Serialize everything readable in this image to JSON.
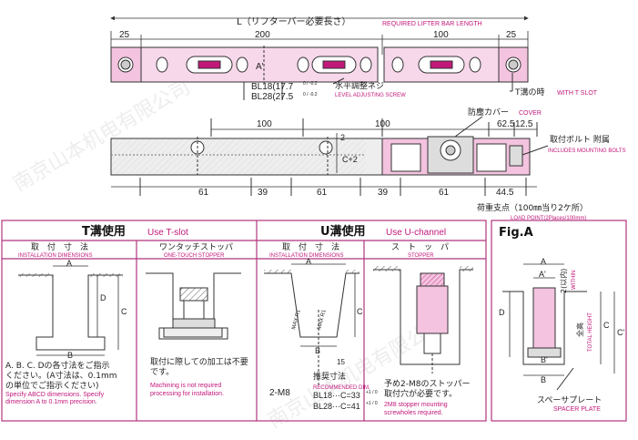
{
  "colors": {
    "accent": "#c2187a",
    "frame": "#b0357e",
    "pink": "#f3c3df",
    "pinkDark": "#e9a5cb",
    "grey": "#bdbdbd",
    "line": "#333333"
  },
  "top": {
    "length_label_jp": "L（リフターバー必要長さ）",
    "length_label_en": "REQUIRED LIFTER BAR LENGTH",
    "dim_25a": "25",
    "dim_200": "200",
    "dim_100": "100",
    "dim_25b": "25",
    "section_a": "A'",
    "bl18": "BL18(17.7",
    "bl18_tol": "0 / -0.2",
    "bl28": "BL28(27.5",
    "bl28_tol": "0 / -0.2",
    "close_paren": ")",
    "level_screw_jp": "水平調整ネジ",
    "level_screw_en": "LEVEL ADJUSTING SCREW",
    "tslot_jp": "T溝の時",
    "tslot_en": "WITH T SLOT"
  },
  "side": {
    "dim_100a": "100",
    "dim_100b": "100",
    "dim_62_5": "62.5",
    "dim_12_5": "12.5",
    "dim_2": "2",
    "dim_c2": "C+2",
    "cover_jp": "防塵カバー",
    "cover_en": "COVER",
    "bolts_jp": "取付ボルト 附属",
    "bolts_en": "INCLUDES MOUNTING BOLTS",
    "bottom_dims": [
      "61",
      "39",
      "61",
      "39",
      "61",
      "44.5"
    ],
    "load_jp": "荷重支点（100㎜当り2ケ所）",
    "load_en": "LOAD POINT(2Places/100mm)"
  },
  "tslot": {
    "title_jp": "T溝使用",
    "title_en": "Use T-slot",
    "install_jp": "取　付　寸　法",
    "install_en": "INSTALLATION DIMENSIONS",
    "stopper_jp": "ワンタッチストッパ",
    "stopper_en": "ONE-TOUCH STOPPER",
    "label_a": "A",
    "label_b": "B",
    "label_c": "C",
    "label_d": "D",
    "note1_jp_1": "A. B. C. Dの各寸法をご指示",
    "note1_jp_2": "ください。(A寸法は、0.1mm",
    "note1_jp_3": "の単位でご指示ください)",
    "note1_en_1": "Specify ABCD dimensions. Specify",
    "note1_en_2": "dimension A to 0.1mm precision.",
    "note2_jp_1": "取付に際しての加工は不要",
    "note2_jp_2": "です。",
    "note2_en_1": "Machining is not required",
    "note2_en_2": "processing for installation."
  },
  "uchan": {
    "title_jp": "U溝使用",
    "title_en": "Use U-channel",
    "install_jp": "取　付　寸　法",
    "install_en": "INSTALLATION DIMENSIONS",
    "stopper_jp": "ス　ト　ッ　パ",
    "stopper_en": "STOPPER",
    "label_a": "A",
    "label_b": "B",
    "label_c": "C",
    "m8r1": "MAX R1",
    "m8r2": "MAX R1",
    "dim_15": "15",
    "m8": "2-M8",
    "rec_jp": "推奨寸法",
    "rec_en": "RECOMMENDED DIM.",
    "bl18c": "BL18···C=33",
    "bl28c": "BL28···C=41",
    "tol_c": "+1 / 0",
    "note_jp_1": "予め2-M8のストッパー",
    "note_jp_2": "取付穴が必要です。",
    "note_en_1": "2M8 stopper mounting",
    "note_en_2": "screwholes required."
  },
  "figA": {
    "title": "Fig.A",
    "label_a": "A",
    "label_a2": "A'",
    "within_jp": "2(以内)",
    "within_en": "WITHIN",
    "total_jp": "全高",
    "total_en": "TOTAL HEIGHT",
    "label_b": "B",
    "label_b2": "B'",
    "label_c": "C",
    "label_c2": "C'",
    "label_d": "D",
    "spacer_jp": "スペーサプレート",
    "spacer_en": "SPACER PLATE"
  },
  "watermark": "南京山本机电有限公司"
}
